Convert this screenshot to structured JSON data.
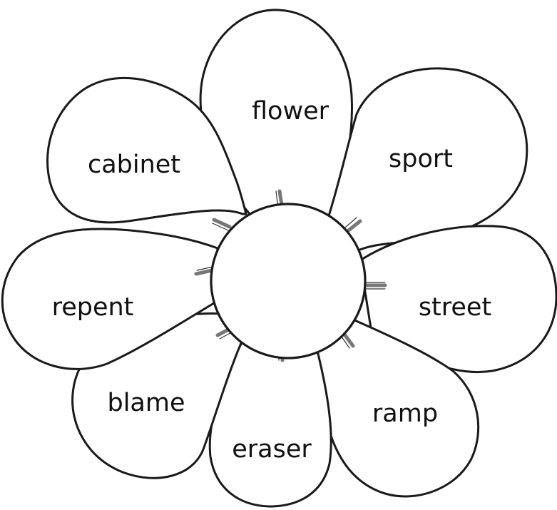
{
  "flower": {
    "petal_words": {
      "flower": "flower",
      "sport": "sport",
      "street": "street",
      "ramp": "ramp",
      "eraser": "eraser",
      "blame": "blame",
      "repent": "repent",
      "cabinet": "cabinet"
    }
  }
}
